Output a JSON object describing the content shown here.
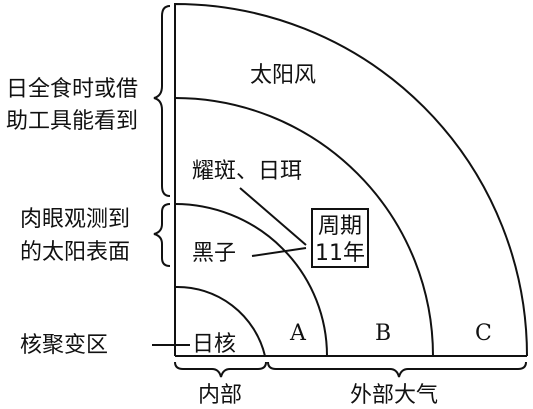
{
  "diagram": {
    "zones": {
      "wind": "太阳风",
      "flare_prominence": "耀斑、日珥",
      "sunspot": "黑子",
      "core": "日核",
      "layer_a": "A",
      "layer_b": "B",
      "layer_c": "C"
    },
    "period_box": {
      "line1": "周期",
      "line2": "11年"
    },
    "left_labels": {
      "eclipse_line1": "日全食时或借",
      "eclipse_line2": "助工具能看到",
      "naked_line1": "肉眼观测到",
      "naked_line2": "的太阳表面",
      "fusion": "核聚变区"
    },
    "bottom_labels": {
      "interior": "内部",
      "atmosphere": "外部大气"
    }
  }
}
